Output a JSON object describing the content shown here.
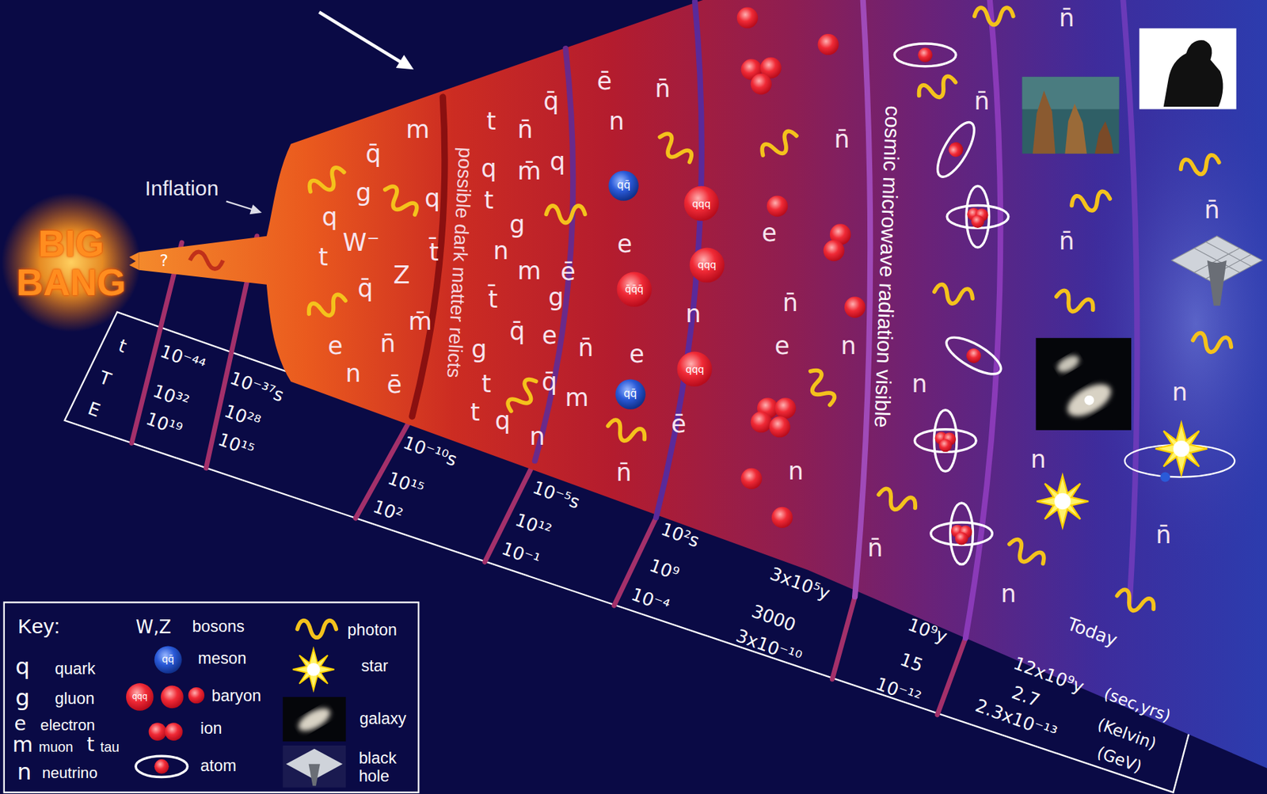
{
  "diagram": {
    "nodes": [
      {
        "text": [
          "BIG BANG"
        ]
      },
      {
        "text": [
          "qq̄"
        ]
      },
      {
        "text": [
          "qqq"
        ]
      },
      {
        "text": [
          "qqq"
        ]
      },
      {
        "text": [
          "q̄q̄q̄"
        ]
      },
      {
        "text": [
          "qqq"
        ]
      },
      {
        "text": [
          "qq̄"
        ]
      }
    ],
    "labels": [
      "Inflation",
      "?",
      "m",
      "q̄",
      "g",
      "q",
      "q",
      "W⁻",
      "t",
      "t̄",
      "Z",
      "q̄",
      "m̄",
      "e",
      "n̄",
      "n",
      "ē",
      "possible dark matter relicts",
      "t",
      "n̄",
      "q̄",
      "q",
      "m̄",
      "q",
      "t",
      "g",
      "n",
      "m",
      "ē",
      "t̄",
      "g",
      "q̄",
      "e",
      "g",
      "n̄",
      "t",
      "q̄",
      "m",
      "t",
      "q",
      "n",
      "ē",
      "n̄",
      "n",
      "e",
      "n",
      "e",
      "ē",
      "n̄",
      "n̄",
      "e",
      "n̄",
      "e",
      "n",
      "n",
      "cosmic microwave radiation visible",
      "n̄",
      "n̄",
      "n̄",
      "n",
      "n",
      "n̄",
      "n",
      "n̄",
      "n",
      "n̄",
      "t",
      "10⁻⁴⁴",
      "10⁻³⁷s",
      "T",
      "10³²",
      "10²⁸",
      "E",
      "10¹⁹",
      "10¹⁵",
      "10⁻¹⁰s",
      "10¹⁵",
      "10²",
      "10⁻⁵s",
      "10¹²",
      "10⁻¹",
      "10²s",
      "10⁹",
      "10⁻⁴",
      "3x10⁵y",
      "3000",
      "3x10⁻¹⁰",
      "10⁹y",
      "15",
      "10⁻¹²",
      "Today",
      "12x10⁹y",
      "(sec,yrs)",
      "2.7",
      "(Kelvin)",
      "2.3x10⁻¹³",
      "(GeV)",
      "Key:",
      "q",
      "g",
      "e",
      "m",
      "t",
      "n",
      "W,Z",
      "qq̄",
      "qqq"
    ],
    "legend": [
      {
        "text": "quark"
      },
      {
        "text": "gluon"
      },
      {
        "text": "electron"
      },
      {
        "text": "muon"
      },
      {
        "text": "tau"
      },
      {
        "text": "neutrino"
      },
      {
        "text": "bosons"
      },
      {
        "text": "meson"
      },
      {
        "text": "baryon"
      },
      {
        "text": "ion"
      },
      {
        "text": "atom"
      },
      {
        "text": "photon"
      },
      {
        "text": "star"
      },
      {
        "text": "galaxy"
      },
      {
        "text": "black hole"
      }
    ]
  }
}
